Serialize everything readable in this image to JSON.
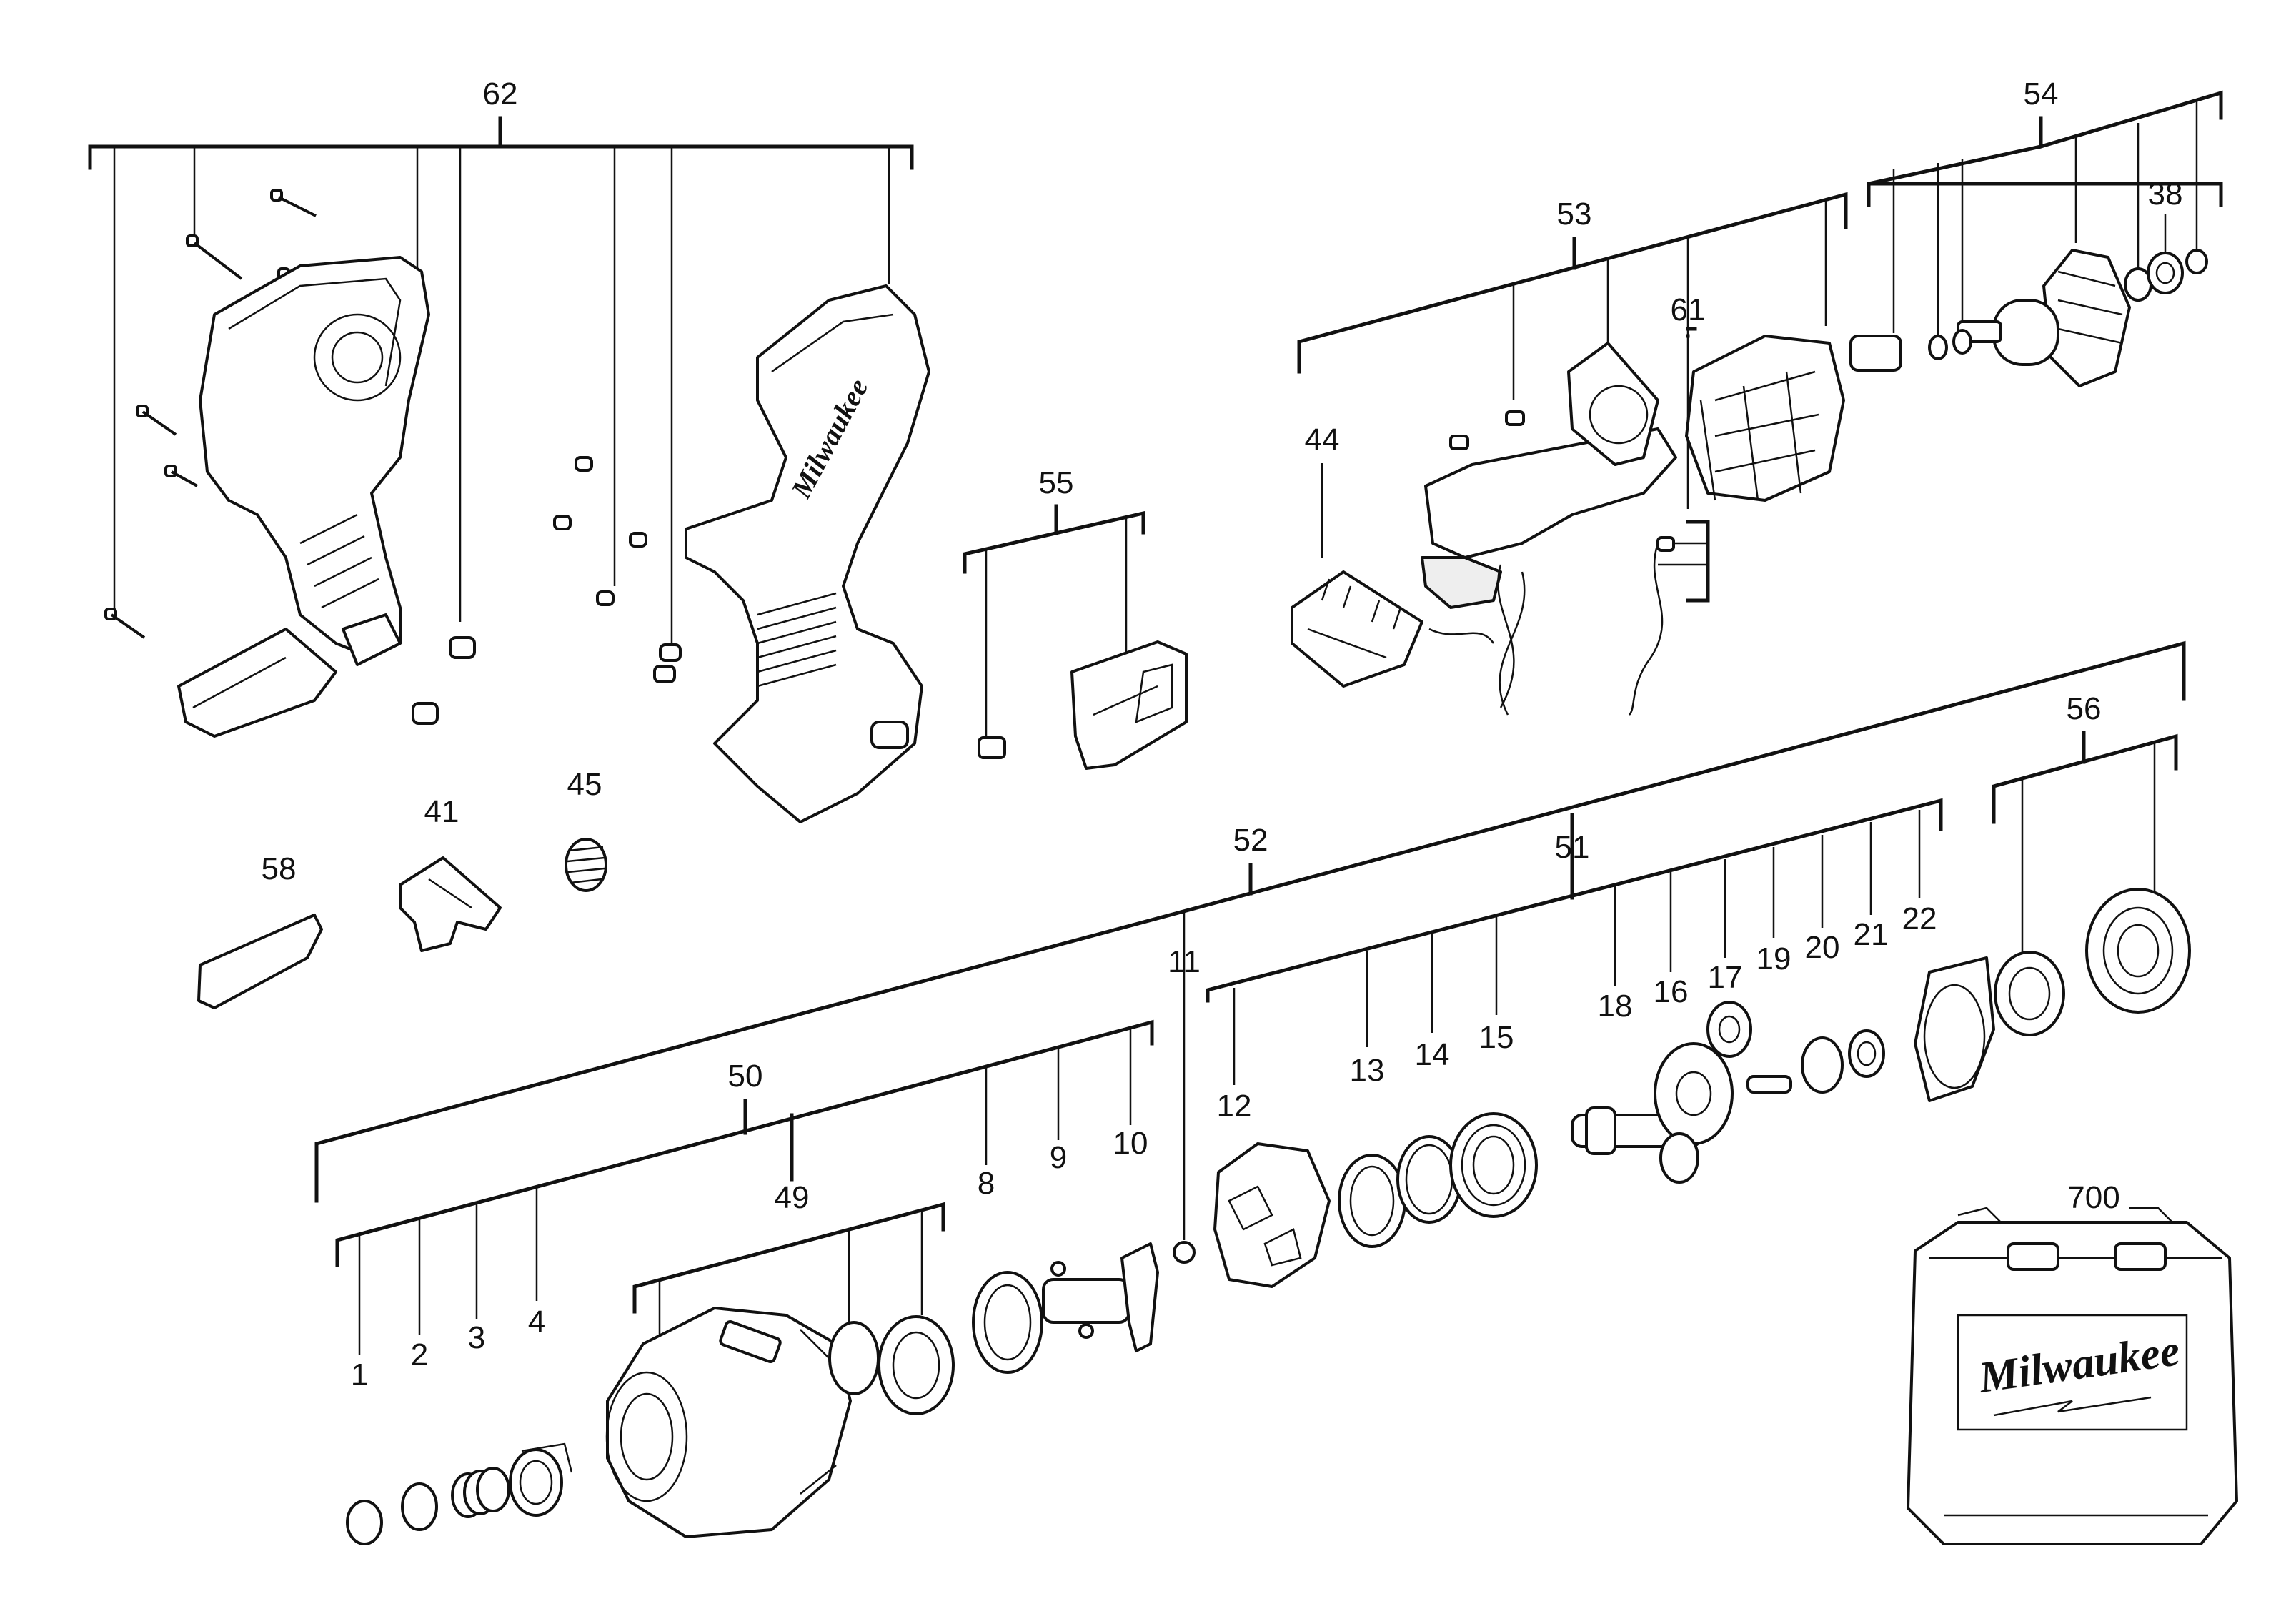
{
  "callouts": [
    {
      "id": "62",
      "text": "62"
    },
    {
      "id": "54",
      "text": "54"
    },
    {
      "id": "38",
      "text": "38"
    },
    {
      "id": "53",
      "text": "53"
    },
    {
      "id": "61",
      "text": "61"
    },
    {
      "id": "44",
      "text": "44"
    },
    {
      "id": "55",
      "text": "55"
    },
    {
      "id": "56",
      "text": "56"
    },
    {
      "id": "41",
      "text": "41"
    },
    {
      "id": "45",
      "text": "45"
    },
    {
      "id": "58",
      "text": "58"
    },
    {
      "id": "52",
      "text": "52"
    },
    {
      "id": "51",
      "text": "51"
    },
    {
      "id": "11",
      "text": "11"
    },
    {
      "id": "17",
      "text": "17"
    },
    {
      "id": "19",
      "text": "19"
    },
    {
      "id": "20",
      "text": "20"
    },
    {
      "id": "21",
      "text": "21"
    },
    {
      "id": "22",
      "text": "22"
    },
    {
      "id": "18",
      "text": "18"
    },
    {
      "id": "16",
      "text": "16"
    },
    {
      "id": "50",
      "text": "50"
    },
    {
      "id": "13",
      "text": "13"
    },
    {
      "id": "14",
      "text": "14"
    },
    {
      "id": "15",
      "text": "15"
    },
    {
      "id": "12",
      "text": "12"
    },
    {
      "id": "49",
      "text": "49"
    },
    {
      "id": "8",
      "text": "8"
    },
    {
      "id": "9",
      "text": "9"
    },
    {
      "id": "10",
      "text": "10"
    },
    {
      "id": "1",
      "text": "1"
    },
    {
      "id": "2",
      "text": "2"
    },
    {
      "id": "3",
      "text": "3"
    },
    {
      "id": "4",
      "text": "4"
    },
    {
      "id": "700",
      "text": "700"
    }
  ],
  "brand": {
    "handle_logo": "Milwaukee",
    "case_logo": "Milwaukee"
  },
  "colors": {
    "line": "#111111",
    "background": "#ffffff"
  }
}
